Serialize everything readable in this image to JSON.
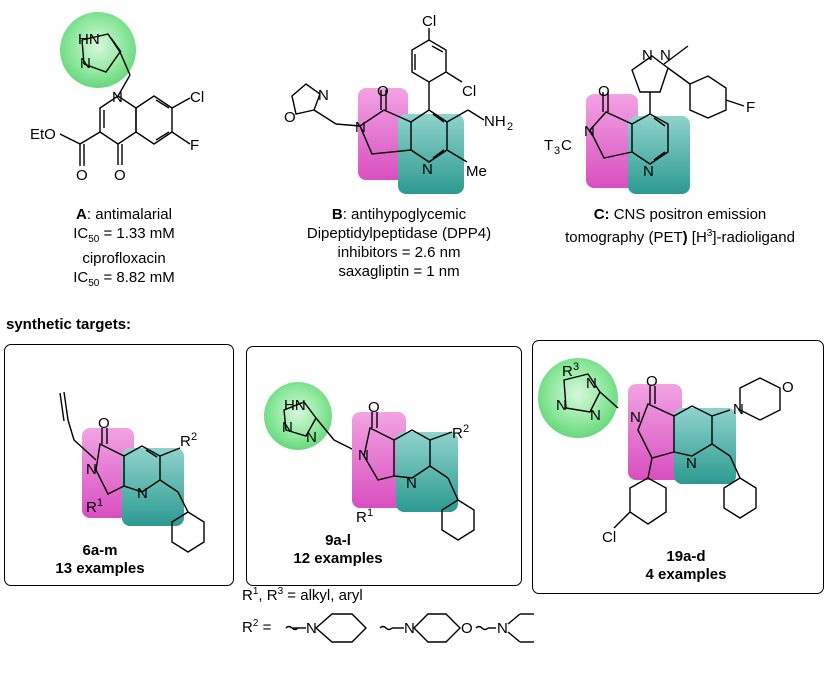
{
  "compounds": {
    "A": {
      "letter": "A",
      "label": ": antimalarial",
      "ic50_1": "IC",
      "ic50_1_sub": "50",
      "ic50_1_val": " = 1.33 mM",
      "ref": "ciprofloxacin",
      "ic50_2": "IC",
      "ic50_2_sub": "50",
      "ic50_2_val": " = 8.82 mM"
    },
    "B": {
      "letter": "B",
      "label": ": antihypoglycemic",
      "line2": "Dipeptidylpeptidase (DPP4)",
      "line3": "inhibitors = 2.6 nm",
      "line4": "saxagliptin = 1 nm"
    },
    "C": {
      "letter": "C:",
      "label": " CNS positron emission",
      "line2a": "tomography (PET",
      "line2b": ")",
      "line2c": " [H",
      "line2sup": "3",
      "line2d": "]-radioligand"
    }
  },
  "section_title": "synthetic targets:",
  "targets": [
    {
      "id": "6a-m",
      "examples": "13 examples"
    },
    {
      "id": "9a-l",
      "examples": "12 examples"
    },
    {
      "id": "19a-d",
      "examples": "4 examples"
    }
  ],
  "footnote": {
    "r1": "R",
    "r1_sup": "1",
    "sep": ", R",
    "r3_sup": "3",
    "rest": " = alkyl, aryl"
  },
  "r2_def": {
    "r": "R",
    "sup": "2",
    "eq": " ="
  },
  "atoms": {
    "HN": "HN",
    "N": "N",
    "Cl": "Cl",
    "F": "F",
    "EtO": "EtO",
    "O": "O",
    "NH2": "NH",
    "two": "2",
    "Me": "Me",
    "T3C": "T",
    "three": "3",
    "C": "C",
    "R": "R",
    "one": "1",
    "sup2": "2"
  },
  "colors": {
    "pink": "#e85ec8",
    "teal": "#3aa8a0",
    "green": "#6ee08a"
  }
}
